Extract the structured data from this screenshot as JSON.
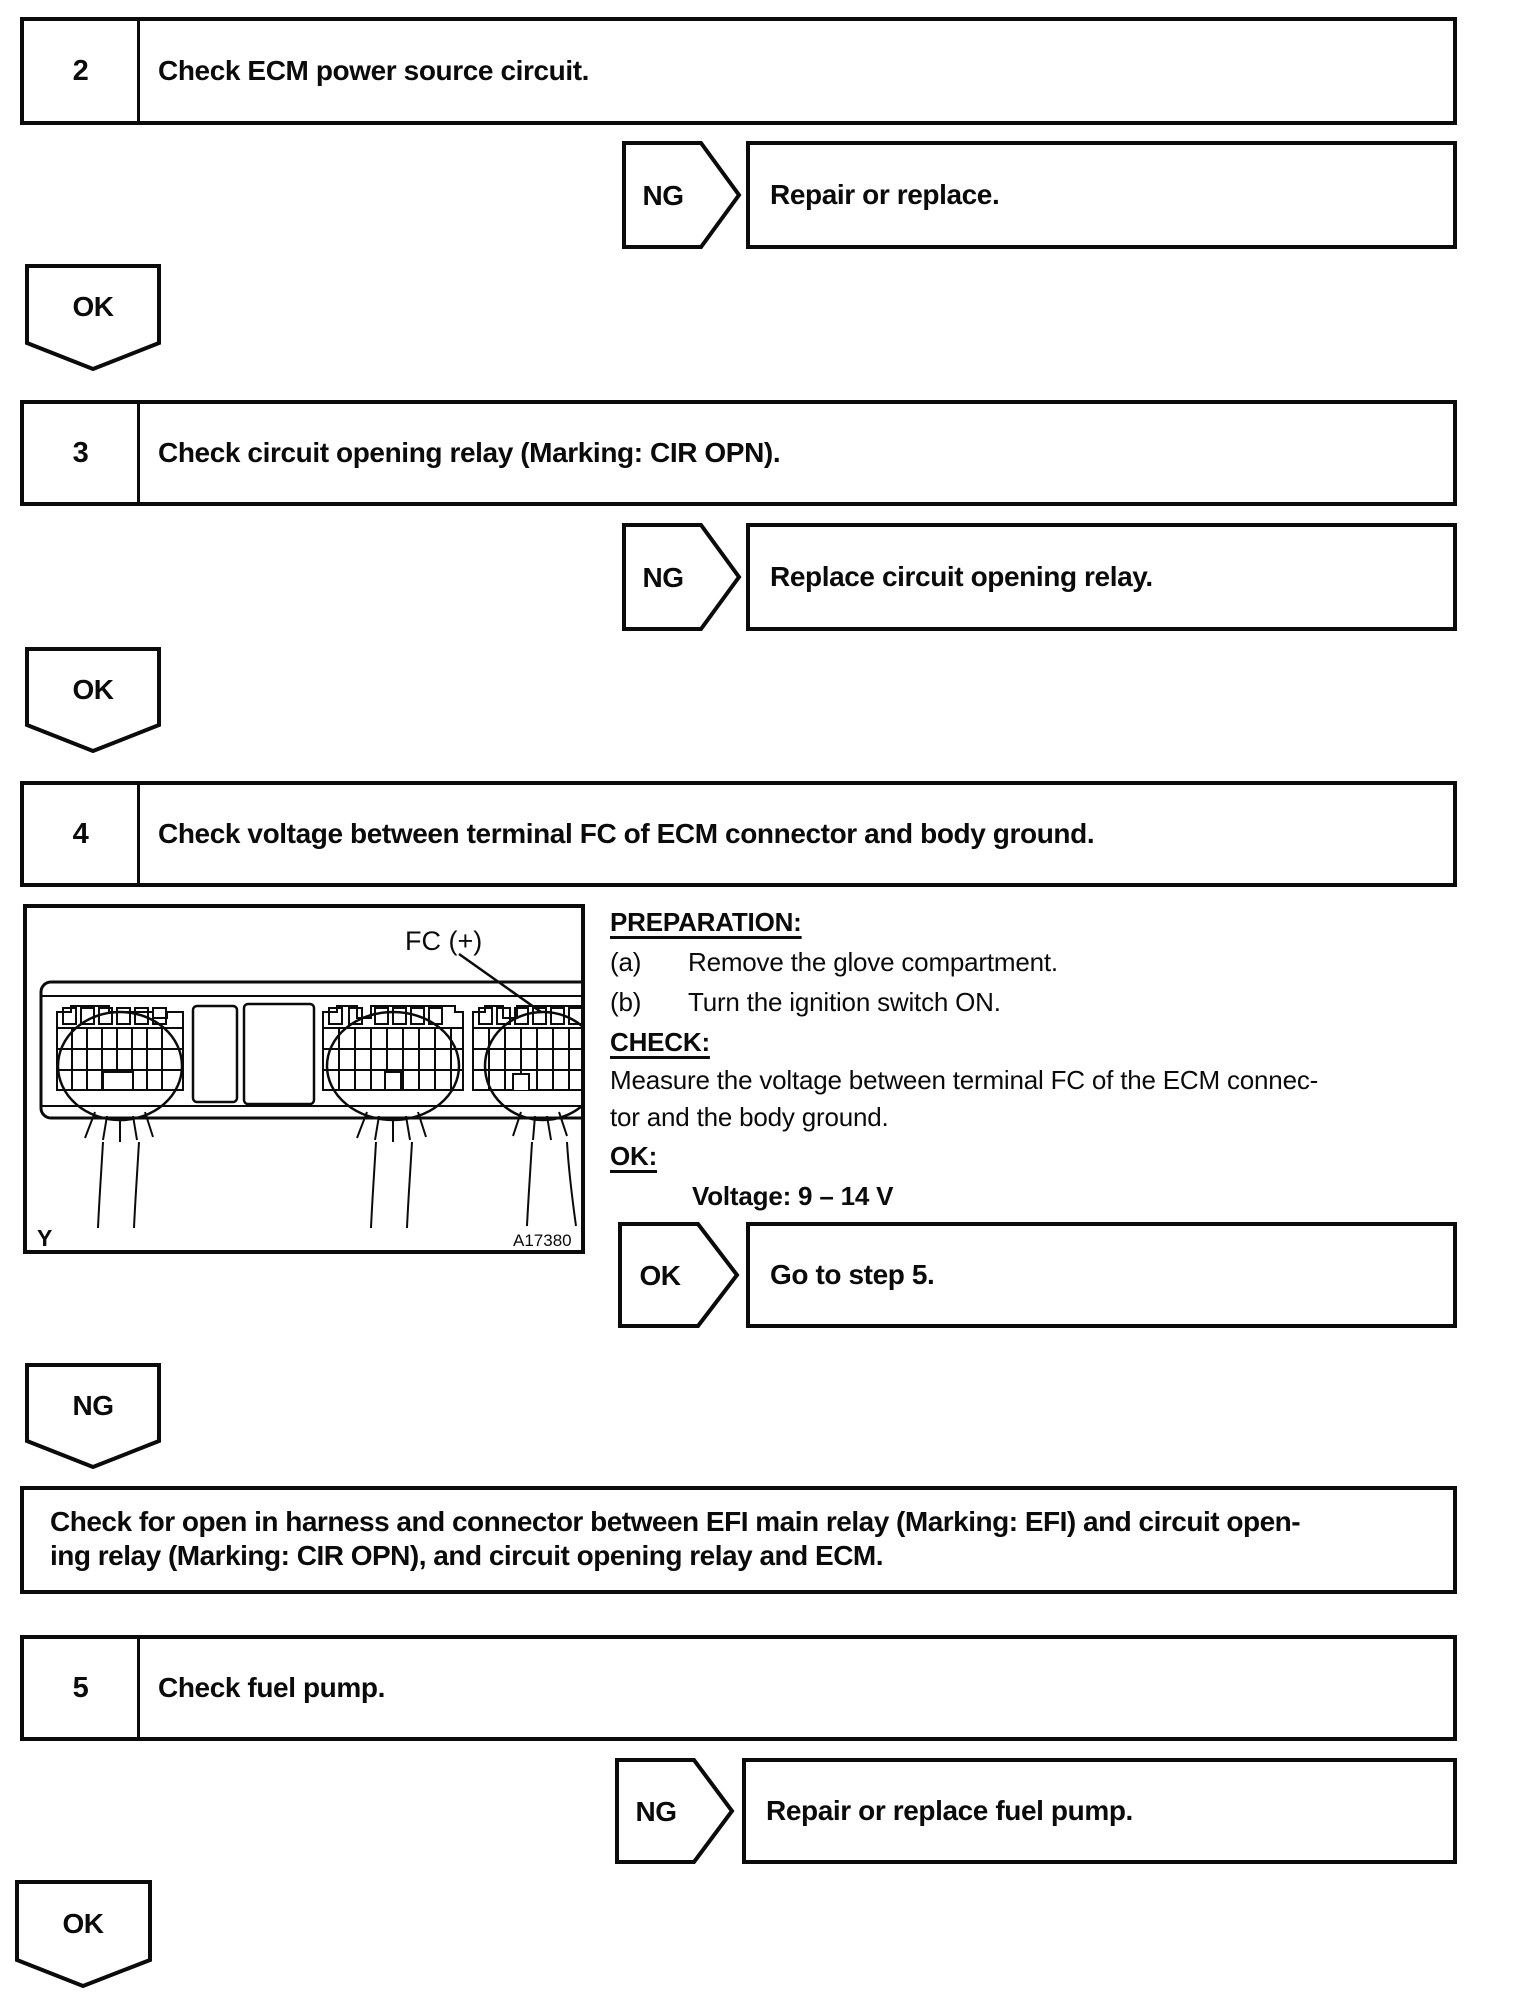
{
  "page": {
    "background": "#ffffff",
    "ink": "#0b0b0b"
  },
  "flow": {
    "step2": {
      "num": "2",
      "title": "Check ECM power source circuit."
    },
    "branch2": {
      "label": "NG",
      "action": "Repair or replace."
    },
    "ok1": {
      "label": "OK"
    },
    "step3": {
      "num": "3",
      "title": "Check circuit opening relay (Marking: CIR OPN)."
    },
    "branch3": {
      "label": "NG",
      "action": "Replace circuit opening relay."
    },
    "ok2": {
      "label": "OK"
    },
    "step4": {
      "num": "4",
      "title": "Check voltage between terminal FC of ECM connector and body ground."
    },
    "branch4": {
      "label": "OK",
      "action": "Go to step 5."
    },
    "ng3": {
      "label": "NG"
    },
    "result": {
      "line1": "Check for open in harness and connector between EFI main relay (Marking: EFI) and circuit open-",
      "line2": "ing relay (Marking: CIR OPN), and circuit opening relay and ECM."
    },
    "step5": {
      "num": "5",
      "title": "Check fuel pump."
    },
    "branch5": {
      "label": "NG",
      "action": "Repair or replace fuel pump."
    },
    "ok4": {
      "label": "OK"
    }
  },
  "figure": {
    "pin_label": "FC (+)",
    "corner_label": "Y",
    "figure_id": "A17380"
  },
  "instructions": {
    "preparation_heading": "PREPARATION:",
    "item_a_label": "(a)",
    "item_a_text": "Remove the glove compartment.",
    "item_b_label": "(b)",
    "item_b_text": "Turn the ignition switch ON.",
    "check_heading": "CHECK:",
    "check_text_line1": "Measure the voltage between terminal FC of the ECM connec-",
    "check_text_line2": "tor and the body ground.",
    "ok_heading": "OK:",
    "ok_spec": "Voltage: 9 – 14 V"
  }
}
